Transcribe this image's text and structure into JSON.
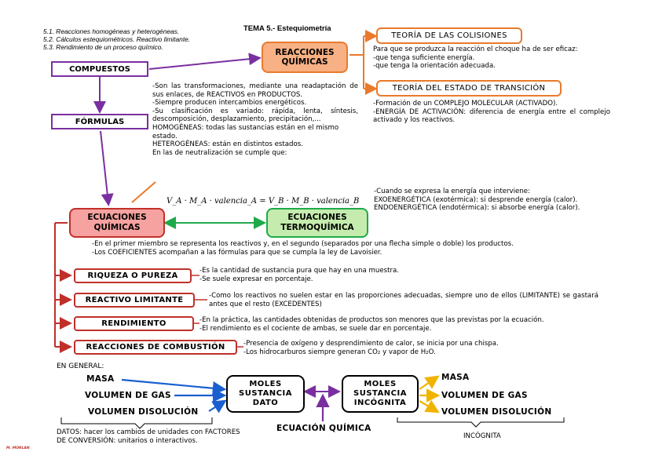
{
  "title": "TEMA 5.- Estequiometría",
  "contents": [
    "5.1. Reacciones homogéneas y heterogéneas.",
    "5.2. Cálculos estequiométricos. Reactivo limitante.",
    "5.3. Rendimiento de un proceso químico."
  ],
  "nodes": {
    "compuestos": "COMPUESTOS",
    "formulas": "FÓRMULAS",
    "reacciones_quimicas": [
      "REACCIONES",
      "QUÍMICAS"
    ],
    "teoria_colisiones": "TEORÍA DE LAS COLISIONES",
    "teoria_transicion": "TEORÍA DEL ESTADO DE TRANSICIÓN",
    "ecuaciones_quimicas": [
      "ECUACIONES",
      "QUÍMICAS"
    ],
    "ecuaciones_termoquimica": [
      "ECUACIONES",
      "TERMOQUÍMICA"
    ],
    "riqueza": "RIQUEZA O PUREZA",
    "reactivo_limitante": "REACTIVO LIMITANTE",
    "rendimiento": "RENDIMIENTO",
    "combustion": "REACCIONES DE COMBUSTIÓN",
    "moles_dato": [
      "MOLES",
      "SUSTANCIA",
      "DATO"
    ],
    "moles_incognita": [
      "MOLES",
      "SUSTANCIA",
      "INCÓGNITA"
    ],
    "ecuacion_quimica": "ECUACIÓN QUÍMICA"
  },
  "notes": {
    "colisiones": [
      "Para que se produzca la reacción el choque ha de ser eficaz:",
      "-que tenga suficiente energía.",
      "-que tenga la orientación adecuada."
    ],
    "transicion": [
      "-Formación de un COMPLEJO MOLECULAR (ACTIVADO).",
      "-ENERGÍA DE ACTIVACIÓN: diferencia de energía entre el complejo activado y los reactivos."
    ],
    "reacciones": [
      "-Son las transformaciones, mediante una readaptación de sus enlaces, de REACTIVOS en PRODUCTOS.",
      "-Siempre producen intercambios energéticos.",
      "-Su clasificación es variado: rápida, lenta, síntesis, descomposición, desplazamiento, precipitación,...",
      "HOMOGÉNEAS: todas las sustancias están en el mismo estado.",
      "HETEROGÉNEAS: están en distintos estados.",
      "En las de neutralización se cumple que:"
    ],
    "formula": "V_A · M_A · valencia_A = V_B · M_B · valencia_B",
    "termoquimica": [
      "-Cuando se expresa la energía que interviene:",
      "EXOENERGÉTICA (exotérmica): si desprende energía (calor).",
      "ENDOENERGÉTICA (endotérmica): si absorbe energía (calor)."
    ],
    "ecuaciones": [
      "-En el primer miembro se representa los reactivos y, en el segundo (separados por una flecha simple o doble) los productos.",
      "-Los COEFICIENTES acompañan a las fórmulas para que se cumpla la ley de Lavoisier."
    ],
    "riqueza": [
      "-Es la cantidad de sustancia pura que hay en una muestra.",
      "-Se suele expresar en porcentaje."
    ],
    "limitante": "-Como los reactivos no suelen estar en las proporciones adecuadas, siempre uno de ellos (LIMITANTE) se gastará antes que el resto (EXCEDENTES)",
    "rendimiento": [
      "-En la práctica, las cantidades obtenidas de productos son menores que las previstas por la ecuación.",
      "-El rendimiento es el cociente de ambas, se suele dar en porcentaje."
    ],
    "combustion": [
      "-Presencia de oxígeno y desprendimiento de calor, se inicia por una chispa.",
      "-Los hidrocarburos siempre generan CO₂ y vapor de H₂O."
    ]
  },
  "general": {
    "heading": "EN GENERAL:",
    "datos_left": [
      "MASA",
      "VOLUMEN DE GAS",
      "VOLUMEN DISOLUCIÓN"
    ],
    "incognita_right": [
      "MASA",
      "VOLUMEN DE GAS",
      "VOLUMEN DISOLUCIÓN"
    ],
    "datos_note": [
      "DATOS: hacer los cambios de unidades con FACTORES",
      "DE CONVERSIÓN: unitarios o interactivos."
    ],
    "incognita_label": "INCÓGNITA"
  },
  "signature": "M. MORLAN",
  "colors": {
    "purple": "#7a2fa0",
    "orange": "#e97a2c",
    "red": "#c0302a",
    "green": "#1faa4a",
    "blue": "#1a5fd0",
    "yellow": "#f0b400"
  }
}
